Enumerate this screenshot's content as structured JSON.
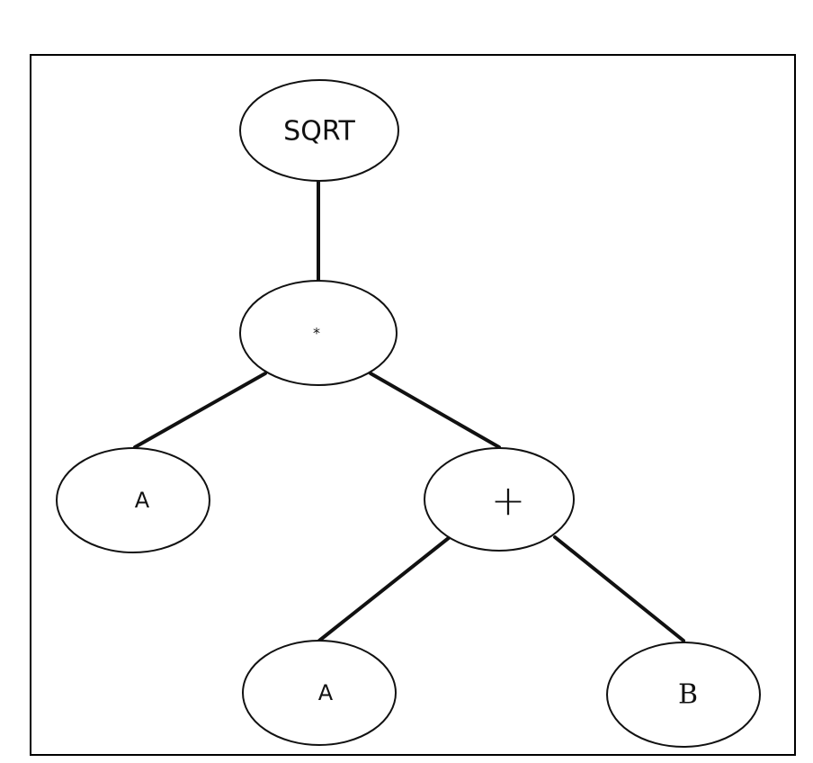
{
  "diagram": {
    "type": "expression-tree",
    "nodes": {
      "root": {
        "label": "SQRT"
      },
      "multiply": {
        "label": "*"
      },
      "left_a": {
        "label": "A"
      },
      "plus": {
        "label": "+"
      },
      "inner_a": {
        "label": "A"
      },
      "inner_b": {
        "label": "B"
      }
    },
    "edges": [
      [
        "root",
        "multiply"
      ],
      [
        "multiply",
        "left_a"
      ],
      [
        "multiply",
        "plus"
      ],
      [
        "plus",
        "inner_a"
      ],
      [
        "plus",
        "inner_b"
      ]
    ]
  }
}
